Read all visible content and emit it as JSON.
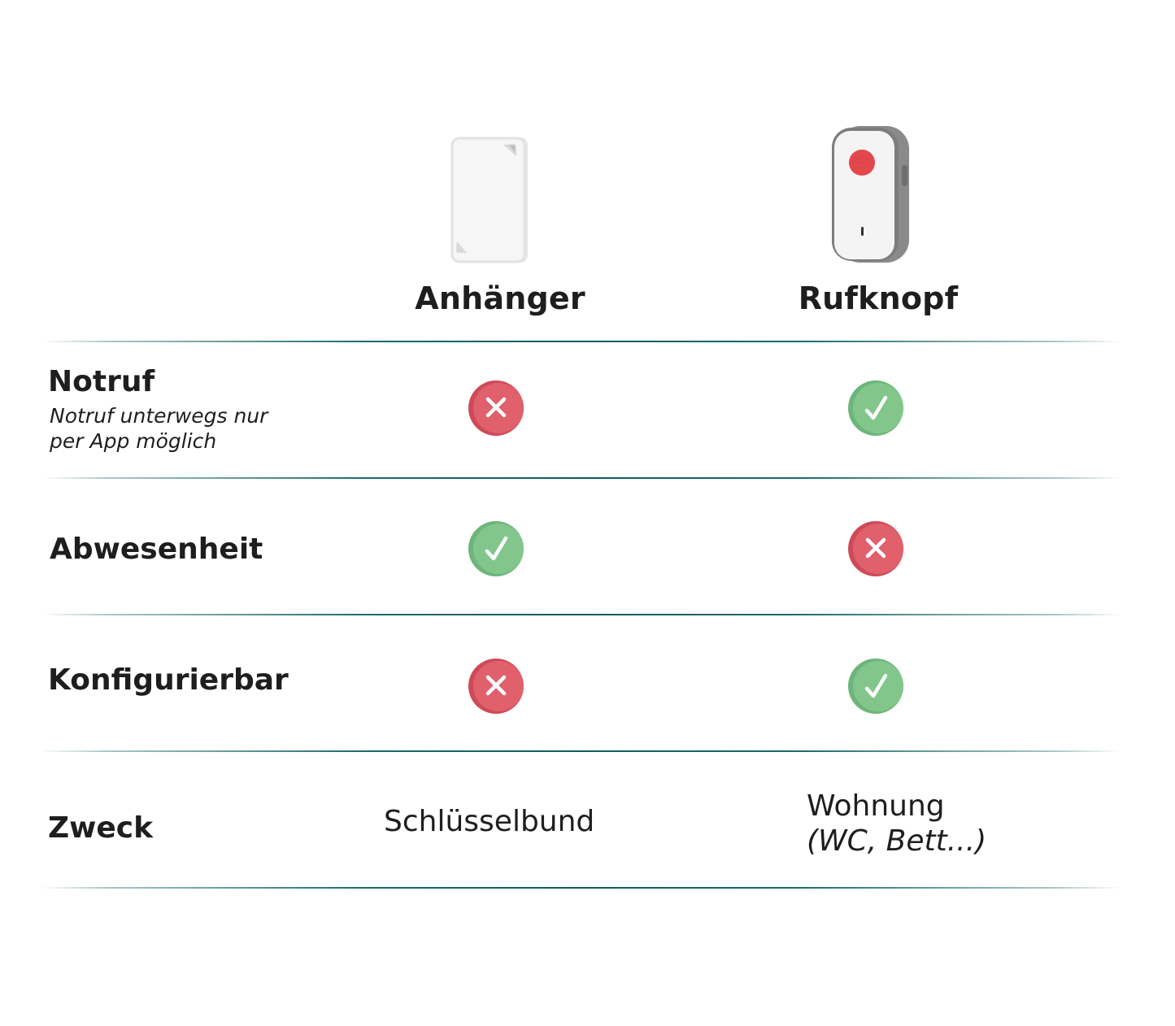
{
  "columns": [
    {
      "title": "Anhänger",
      "device_icon": "tag-pendant-icon"
    },
    {
      "title": "Rufknopf",
      "device_icon": "call-button-icon"
    }
  ],
  "rows": [
    {
      "label": "Notruf",
      "sublabel": "Notruf unterwegs nur per App möglich",
      "sublabel_lines": [
        "Notruf unterwegs nur",
        "per App möglich"
      ],
      "values": [
        "no",
        "yes"
      ]
    },
    {
      "label": "Abwesenheit",
      "values": [
        "yes",
        "no"
      ]
    },
    {
      "label": "Konfigurierbar",
      "values": [
        "no",
        "yes"
      ]
    },
    {
      "label": "Zweck",
      "values": [
        "Schlüsselbund",
        "Wohnung (WC, Bett...)"
      ],
      "text_values": {
        "col1": "Schlüsselbund",
        "col2_line1": "Wohnung",
        "col2_line2": "(WC, Bett...)"
      }
    }
  ],
  "colors": {
    "yes": "#82c68c",
    "yes_shade": "#6db57a",
    "no": "#e0606c",
    "no_shade": "#cf4a58",
    "divider": "#0f5c5c",
    "text": "#1e1e1e",
    "button_red": "#e24a4f"
  },
  "icons": {
    "yes": "check-circle-icon",
    "no": "x-circle-icon"
  }
}
